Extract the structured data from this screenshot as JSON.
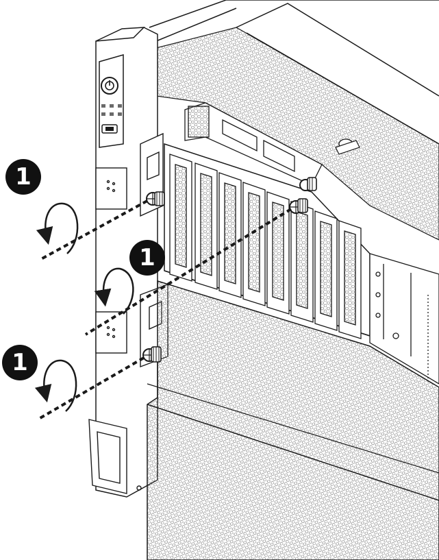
{
  "figure": {
    "description_hidden": "",
    "callouts": [
      {
        "label": "1"
      },
      {
        "label": "1"
      },
      {
        "label": "1"
      }
    ]
  },
  "colors": {
    "line": "#1a1a1a",
    "panel": "#ffffff",
    "mesh": "#bdbdbd",
    "callout_bg": "#111111",
    "callout_fg": "#ffffff"
  }
}
